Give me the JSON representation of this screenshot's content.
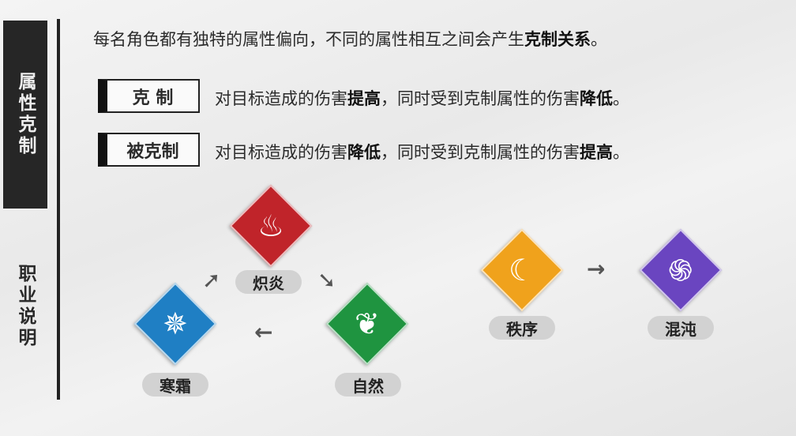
{
  "sidebar": {
    "tabs": [
      {
        "label": "属性克制",
        "active": true
      },
      {
        "label": "职业说明",
        "active": false
      }
    ]
  },
  "intro": {
    "text": "每名角色都有独特的属性偏向，不同的属性相互之间会产生",
    "bold": "克制关系",
    "end": "。"
  },
  "rules": [
    {
      "tag": "克 制",
      "p1": "对目标造成的伤害",
      "b1": "提高",
      "p2": "，同时受到克制属性的伤害",
      "b2": "降低",
      "p3": "。"
    },
    {
      "tag": "被克制",
      "p1": "对目标造成的伤害",
      "b1": "降低",
      "p2": "，同时受到克制属性的伤害",
      "b2": "提高",
      "p3": "。"
    }
  ],
  "elements": {
    "fire": {
      "label": "炽炎",
      "icon": "fire-icon",
      "color": "#c0242a"
    },
    "frost": {
      "label": "寒霜",
      "icon": "snowflake-icon",
      "color": "#1f7fc4"
    },
    "nature": {
      "label": "自然",
      "icon": "leaf-icon",
      "color": "#1f9440"
    },
    "order": {
      "label": "秩序",
      "icon": "sun-moon-icon",
      "color": "#f0a21c"
    },
    "chaos": {
      "label": "混沌",
      "icon": "swirl-icon",
      "color": "#6a45c0"
    }
  },
  "glyphs": {
    "fire": "♨",
    "frost": "✵",
    "nature": "❦",
    "order": "☾",
    "chaos": "֍",
    "up_right": "➚",
    "down_right": "➘",
    "left": "←",
    "right": "→"
  }
}
